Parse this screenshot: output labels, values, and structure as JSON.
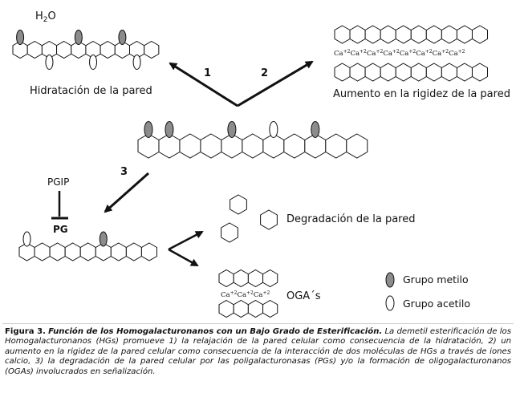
{
  "labels": {
    "water_base": "H",
    "water_sub": "2",
    "water_tail": "O",
    "hydration": "Hidratación de la pared",
    "rigidity": "Aumento en la rigidez de la pared",
    "arrow_1": "1",
    "arrow_2": "2",
    "arrow_3": "3",
    "pgip": "PGIP",
    "pg": "PG",
    "degradation": "Degradación de la pared",
    "ogas": "OGA´s"
  },
  "calcium": {
    "ion_base": "Ca",
    "ion_charge": "+2",
    "rigidity_ion_count": 8,
    "oga_ion_count": 3
  },
  "legend": {
    "items": [
      {
        "label": "Grupo metilo",
        "symbol": "methyl",
        "color": "#8c8c8c"
      },
      {
        "label": "Grupo acetilo",
        "symbol": "acetyl",
        "color": "#ffffff"
      }
    ]
  },
  "colors": {
    "methyl_fill": "#8c8c8c",
    "acetyl_fill": "#ffffff",
    "stroke": "#111111"
  },
  "caption": {
    "lead": "Figura 3.",
    "title": "Función de los Homogalacturonanos con un Bajo Grado de Esterificación.",
    "body": "La demetil esterificación de los Homogalacturonanos (HGs) promueve 1) la relajación de la pared celular como consecuencia de la hidratación, 2) un aumento en la rigidez de la pared celular como consecuencia de la interacción de dos moléculas de HGs a través de iones calcio, 3) la degradación de la pared celular por las poligalacturonasas (PGs) y/o la formación de oligogalacturonanos (OGAs) involucrados en señalización."
  }
}
